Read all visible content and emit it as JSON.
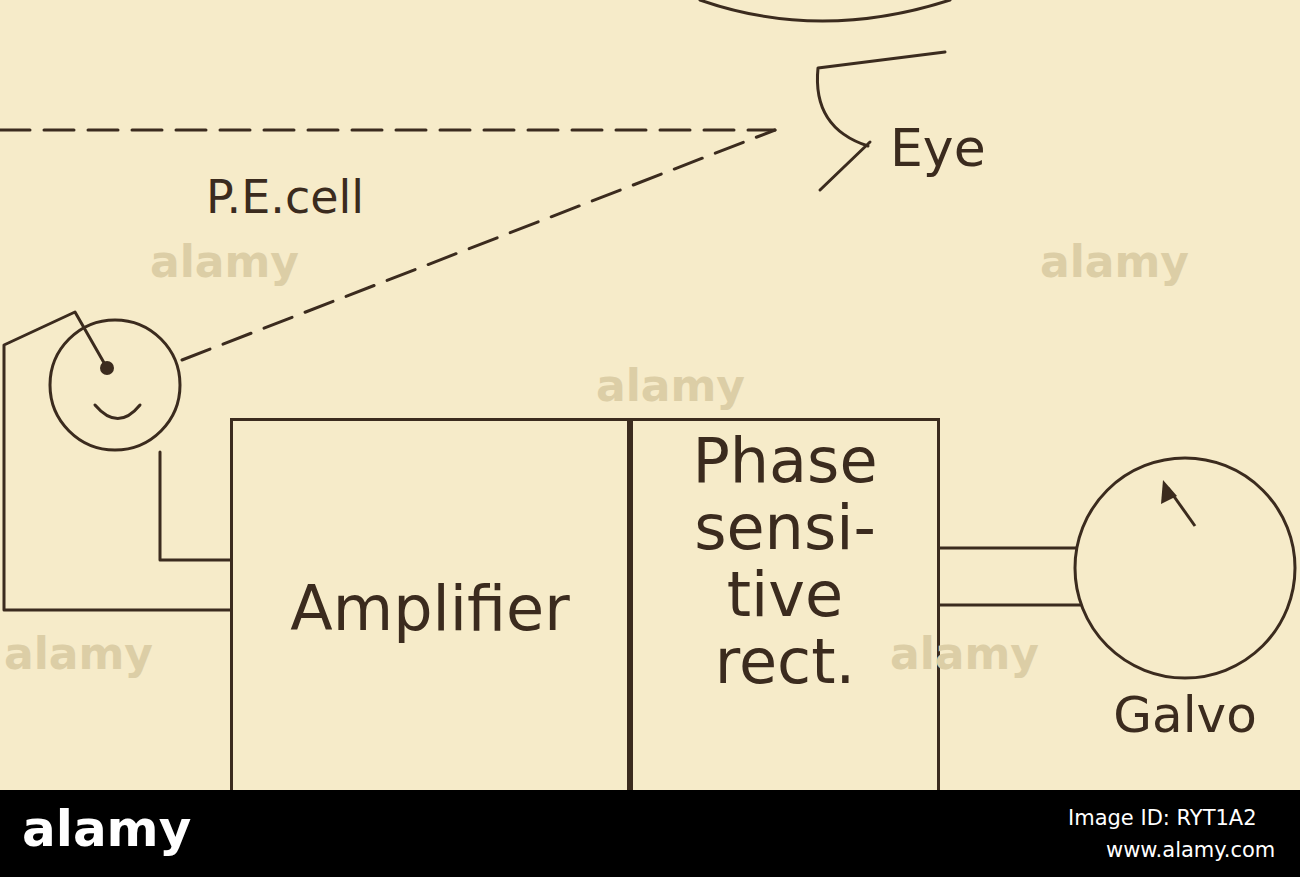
{
  "diagram": {
    "nodes": [
      {
        "text": [
          "Amplifier"
        ]
      },
      {
        "text": [
          "Phase sensi- tive rect."
        ]
      },
      {
        "text": [
          "Galvo"
        ]
      }
    ],
    "edges": [
      {
        "from": 1,
        "to": 2,
        "arrow": "none"
      },
      {
        "from": 1,
        "to": 2,
        "arrow": "none"
      }
    ],
    "labels": [
      "Eye",
      "P.E.cell",
      "alamy",
      "alamy",
      "alamy",
      "alamy",
      "alamy",
      "alamy",
      "Image ID: RYT1A2",
      "www.alamy.com"
    ]
  }
}
